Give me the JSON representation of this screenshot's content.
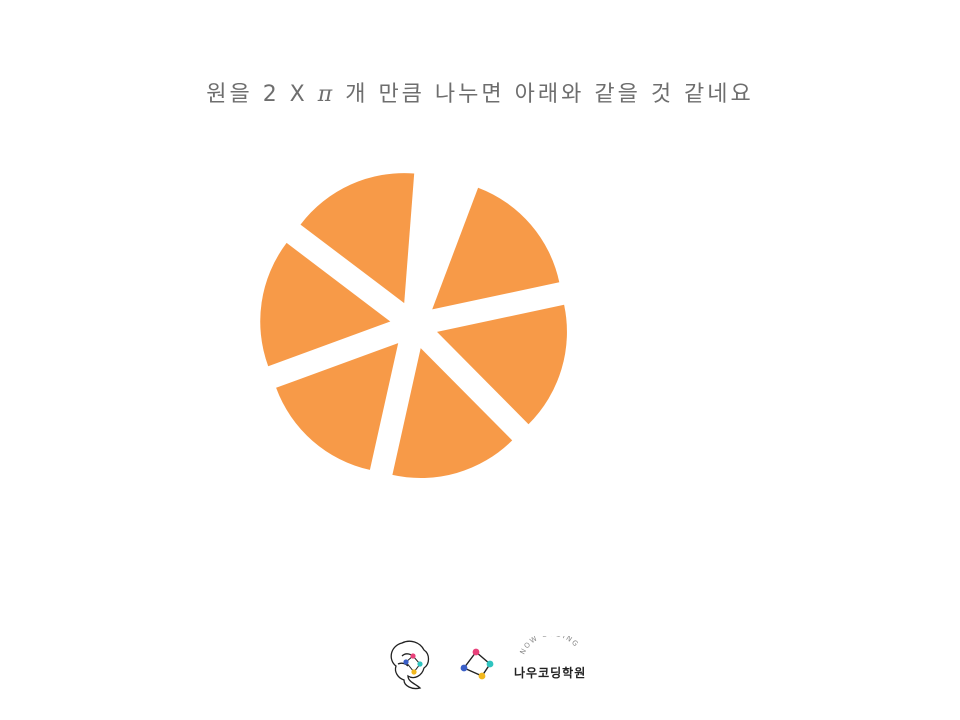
{
  "slide": {
    "title_before": "원을 2 X ",
    "title_pi": "π",
    "title_after": " 개 만큼 나누면 아래와 같을 것 같네요"
  },
  "figure": {
    "wedge_count": 6,
    "wedge_color": "#f79a48"
  },
  "footer": {
    "arc_text": "NOW CODING",
    "brand_name": "나우코딩학원",
    "dot_colors": [
      "#e8417a",
      "#2ec4c0",
      "#f2b81d",
      "#3a5fc8"
    ]
  }
}
